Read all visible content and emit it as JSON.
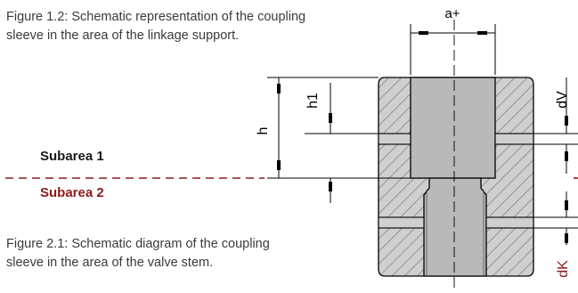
{
  "captions": {
    "top": "Figure 1.2: Schematic representation of the coupling sleeve in the area of the linkage support.",
    "bottom": "Figure 2.1: Schematic diagram of the coupling sleeve in the area of the valve stem."
  },
  "subareas": {
    "upper": {
      "label": "Subarea 1",
      "color": "#1a1a1a"
    },
    "lower": {
      "label": "Subarea 2",
      "color": "#8b1a1a"
    }
  },
  "dimensions": {
    "top": "a+",
    "h": "h",
    "h1": "h1",
    "right_upper": "dV",
    "right_lower": "dK"
  },
  "colors": {
    "body_fill": "#cfcfcf",
    "bore_fill": "#b9b9b9",
    "line": "#000000",
    "divider": "#8b1a1a"
  }
}
